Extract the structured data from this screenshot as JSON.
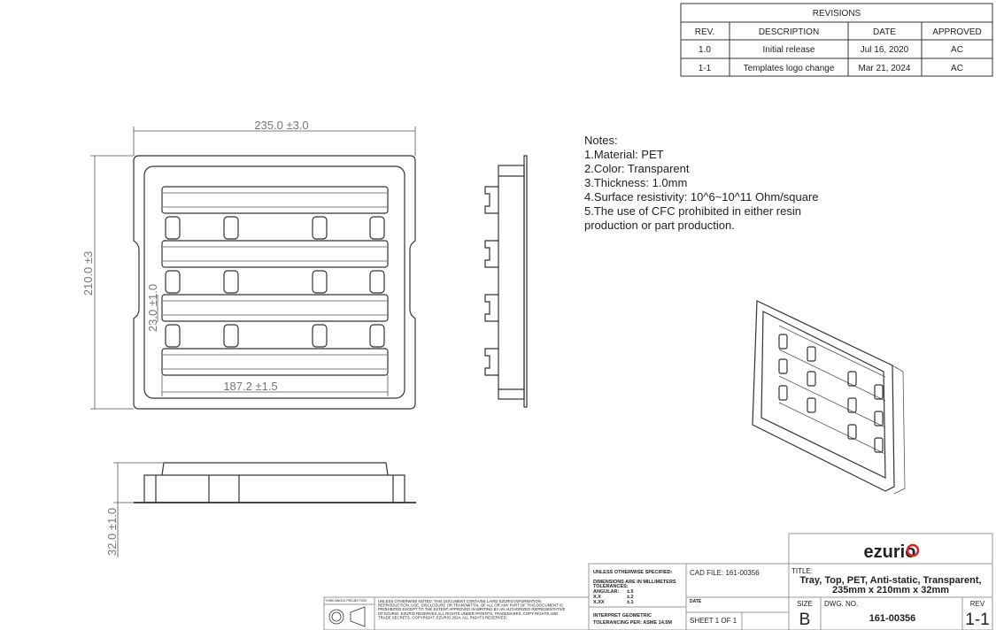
{
  "revisions": {
    "title": "REVISIONS",
    "headers": [
      "REV.",
      "DESCRIPTION",
      "DATE",
      "APPROVED"
    ],
    "rows": [
      [
        "1.0",
        "Initial release",
        "Jul 16, 2020",
        "AC"
      ],
      [
        "1-1",
        "Templates logo change",
        "Mar 21, 2024",
        "AC"
      ]
    ]
  },
  "dimensions": {
    "width": "235.0 ±3.0",
    "height": "210.0 ±3",
    "pitch": "23.0 ±1.0",
    "inner_width": "187.2 ±1.5",
    "depth": "32.0 ±1.0"
  },
  "notes": [
    "Notes:",
    "1.Material: PET",
    "2.Color: Transparent",
    "3.Thickness: 1.0mm",
    "4.Surface resistivity: 10^6~10^11 Ohm/square",
    "5.The use of CFC prohibited in either resin",
    "production or part production."
  ],
  "title_block": {
    "logo": "ezurio",
    "projection_label": "THIRD ANGLE PROJECTION",
    "legal": [
      "UNLESS OTHERWISE NOTED, THIS DOCUMENT CONTAINS LAIRD EZURIO INFORMATION.",
      "REPRODUCTION, USE, DISCLOSURE OR TRANSMITTAL OF ALL OR ANY PART OF THIS DOCUMENT IS",
      "PROHIBITED EXCEPT TO THE EXTENT APPROVED IN WRITING BY AN AUTHORIZED REPRESENTATIVE",
      "OF EZURIO. EZURIO RESERVES ALL RIGHTS UNDER PATENTS, TRADEMARKS, COPY RIGHTS AND",
      "TRADE SECRETS. COPYRIGHT, EZURIO 2024, ALL RIGHTS RESERVED."
    ],
    "spec": {
      "heading": "UNLESS OTHERWISE SPECIFIED:",
      "units": "DIMENSIONS ARE IN MILLIMETERS",
      "tolerances": "TOLERANCES:",
      "angular_label": "ANGULAR:",
      "angular": "±.5",
      "xx_label": "X.X",
      "xx": "±.2",
      "xxx_label": "X.XX",
      "xxx": "±.1",
      "gdt1": "INTERPRET GEOMETRIC",
      "gdt2": "TOLERANCING PER:  ASME 14.5M"
    },
    "cad_file": "CAD FILE: 161-00356",
    "date_label": "DATE",
    "sheet": "SHEET 1 OF 1",
    "title_label": "TITLE:",
    "title_line1": "Tray, Top, PET, Anti-static, Transparent,",
    "title_line2": "235mm x 210mm x 32mm",
    "size_label": "SIZE",
    "size": "B",
    "dwg_label": "DWG.  NO.",
    "dwg_no": "161-00356",
    "rev_label": "REV",
    "rev": "1-1"
  }
}
